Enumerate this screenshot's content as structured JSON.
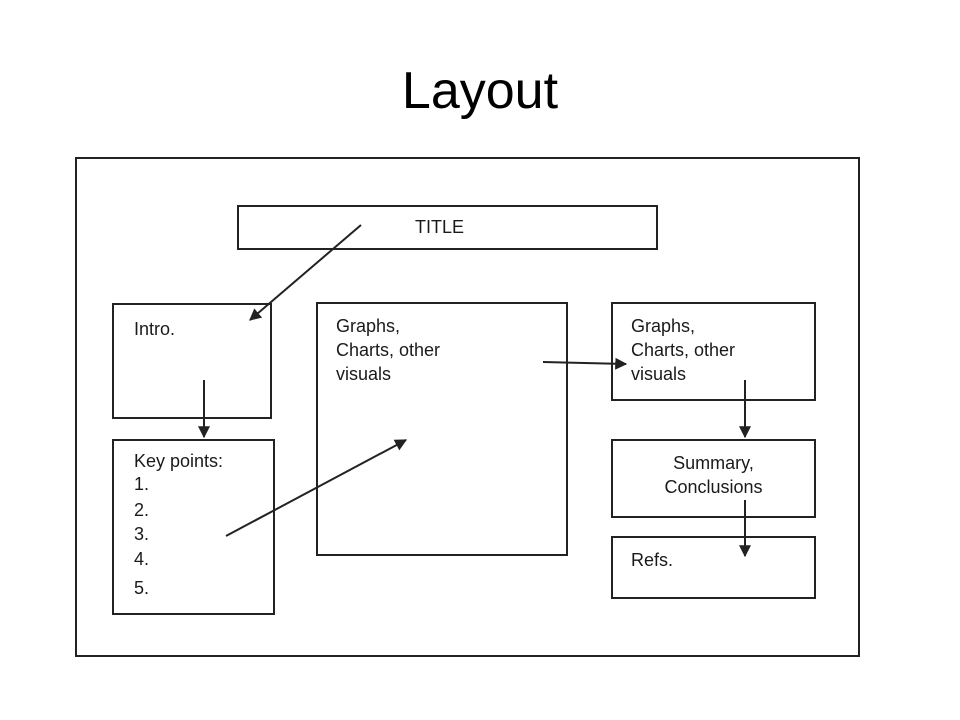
{
  "title": "Layout",
  "diagram": {
    "boxes": {
      "title": "TITLE",
      "intro": "Intro.",
      "key_points": {
        "heading": "Key points:",
        "items": [
          "1.",
          "2.",
          "3.",
          "4.",
          "5."
        ]
      },
      "visuals_center": "Graphs,\nCharts, other\nvisuals",
      "visuals_right": "Graphs,\nCharts, other\nvisuals",
      "summary": "Summary,\nConclusions",
      "refs": "Refs."
    },
    "connections": [
      {
        "from": "title",
        "to": "intro"
      },
      {
        "from": "intro",
        "to": "key_points"
      },
      {
        "from": "key_points",
        "to": "visuals_center"
      },
      {
        "from": "visuals_center",
        "to": "visuals_right"
      },
      {
        "from": "visuals_right",
        "to": "summary"
      },
      {
        "from": "summary",
        "to": "refs"
      }
    ],
    "colors": {
      "line": "#222222",
      "text": "#1a1a1a"
    }
  }
}
